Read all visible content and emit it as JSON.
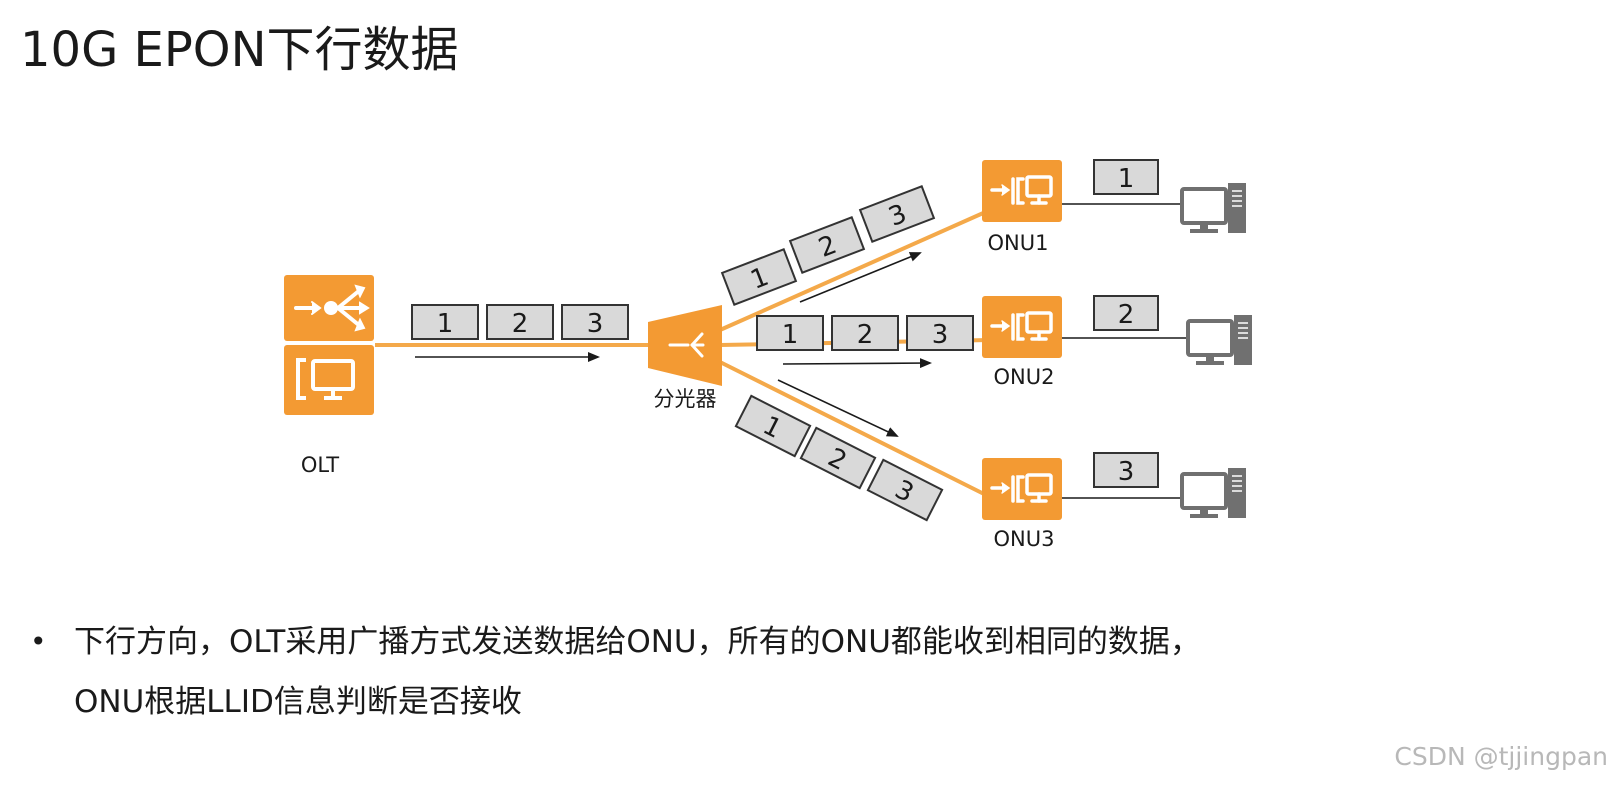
{
  "title": "10G EPON下行数据",
  "olt": {
    "label": "OLT"
  },
  "splitter": {
    "label": "分光器"
  },
  "trunk_frames": [
    "1",
    "2",
    "3"
  ],
  "branches": [
    {
      "onu_label": "ONU1",
      "frames": [
        "1",
        "2",
        "3"
      ],
      "delivered": "1"
    },
    {
      "onu_label": "ONU2",
      "frames": [
        "1",
        "2",
        "3"
      ],
      "delivered": "2"
    },
    {
      "onu_label": "ONU3",
      "frames": [
        "1",
        "2",
        "3"
      ],
      "delivered": "3"
    }
  ],
  "bullet": {
    "line1": "下行方向，OLT采用广播方式发送数据给ONU，所有的ONU都能收到相同的数据，",
    "line2": "ONU根据LLID信息判断是否接收"
  },
  "colors": {
    "device_orange": "#f39a33",
    "fiber_orange": "#f4a94a",
    "frame_fill": "#d9d9d9",
    "frame_stroke": "#333333",
    "pc_gray": "#707070"
  },
  "icons": {
    "olt": "olt-device-icon",
    "splitter": "splitter-icon",
    "onu": "onu-device-icon",
    "pc": "desktop-computer-icon"
  },
  "watermark": "CSDN @tjjingpan"
}
